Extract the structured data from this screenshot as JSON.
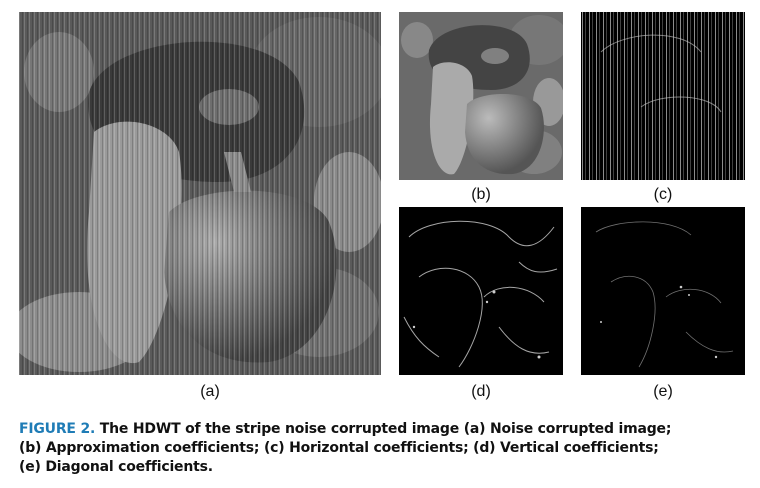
{
  "figure": {
    "panels": [
      {
        "id": "a",
        "label": "(a)",
        "desc_icon": "noisy-pepper-photo"
      },
      {
        "id": "b",
        "label": "(b)",
        "desc_icon": "approximation-photo"
      },
      {
        "id": "c",
        "label": "(c)",
        "desc_icon": "horizontal-coeff-image"
      },
      {
        "id": "d",
        "label": "(d)",
        "desc_icon": "vertical-coeff-image"
      },
      {
        "id": "e",
        "label": "(e)",
        "desc_icon": "diagonal-coeff-image"
      }
    ],
    "caption": {
      "figure_number": "FIGURE 2.",
      "line1": "The HDWT of the stripe noise corrupted image (a) Noise corrupted image;",
      "line2": "(b) Approximation coefficients; (c) Horizontal coefficients; (d) Vertical coefficients;",
      "line3": "(e) Diagonal coefficients."
    },
    "colors": {
      "figure_label": "#1f7cb6",
      "text": "#111111",
      "coef_background": "#000000"
    }
  }
}
